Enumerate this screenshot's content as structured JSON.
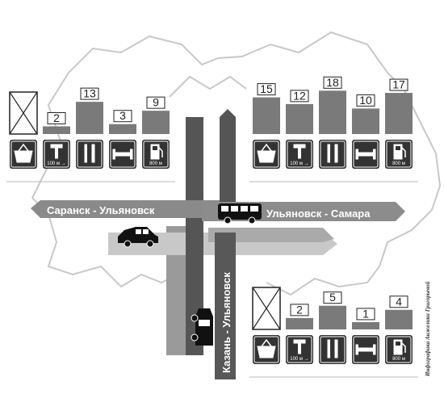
{
  "roads": {
    "west": "Саранск - Ульяновск",
    "east": "Ульяновск - Самара",
    "south": "Казань - Ульяновск"
  },
  "credit": "Инфографика Анжелики Григорьевой",
  "icons": [
    "shopping-basket",
    "wrench",
    "fork-knife",
    "bed",
    "fuel-pump"
  ],
  "icon_notes": {
    "repair": "100 м",
    "fuel": "800 м"
  },
  "groups": [
    {
      "id": "northwest",
      "values": [
        "none",
        "2",
        "13",
        "3",
        "9"
      ]
    },
    {
      "id": "northeast",
      "values": [
        "15",
        "12",
        "18",
        "10",
        "17"
      ]
    },
    {
      "id": "southeast",
      "values": [
        "none",
        "2",
        "5",
        "1",
        "4"
      ]
    }
  ]
}
